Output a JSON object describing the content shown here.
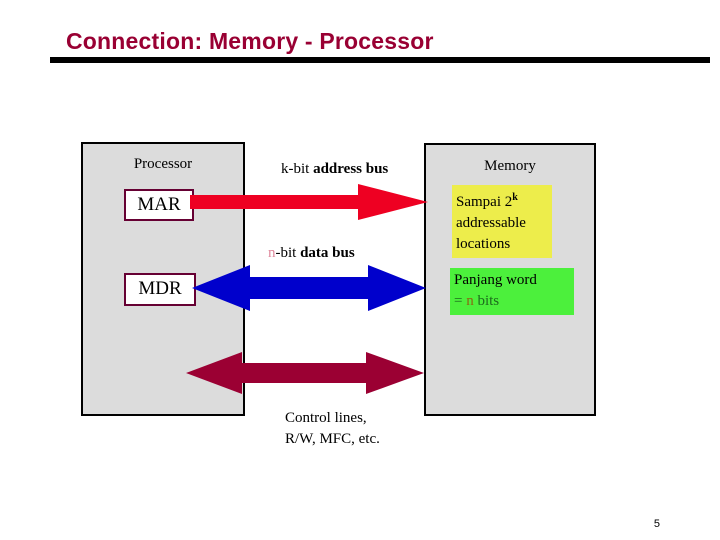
{
  "slide": {
    "title": "Connection: Memory - Processor",
    "page_number": "5",
    "title_color": "#990033",
    "rule_color": "#000000"
  },
  "processor": {
    "label": "Processor",
    "box_fill": "#dcdcdc",
    "box_border": "#000000",
    "registers": [
      {
        "name": "mar",
        "label": "MAR",
        "border_color": "#660033",
        "fill": "#ffffff"
      },
      {
        "name": "mdr",
        "label": "MDR",
        "border_color": "#660033",
        "fill": "#ffffff"
      }
    ]
  },
  "memory": {
    "label": "Memory",
    "box_fill": "#dcdcdc",
    "box_border": "#000000",
    "capacity_note": {
      "line1_prefix": "Sampai 2",
      "line1_superscript": "k",
      "line2": "addressable",
      "line3": "locations",
      "highlight_color": "#eded4b"
    },
    "wordlength_note": {
      "line1": "Panjang word",
      "equals": "=",
      "variable": "n",
      "unit": "bits",
      "highlight_color": "#4cf03c",
      "equals_color": "#1d6b1d",
      "variable_color": "#8a6a12",
      "unit_color": "#1d6b1d"
    }
  },
  "buses": [
    {
      "name": "address-bus",
      "prefix": "k-bit ",
      "bold": "address bus",
      "color": "#ee0022",
      "direction": "right",
      "variable_color": "#000000"
    },
    {
      "name": "data-bus",
      "prefix_variable": "n",
      "prefix_rest": "-bit ",
      "bold": "data bus",
      "color": "#0000cc",
      "direction": "both",
      "variable_color": "#e08b9e"
    },
    {
      "name": "control-bus",
      "label_line1": "Control lines,",
      "label_line2": "R/W, MFC, etc.",
      "color": "#9b0033",
      "direction": "both"
    }
  ]
}
